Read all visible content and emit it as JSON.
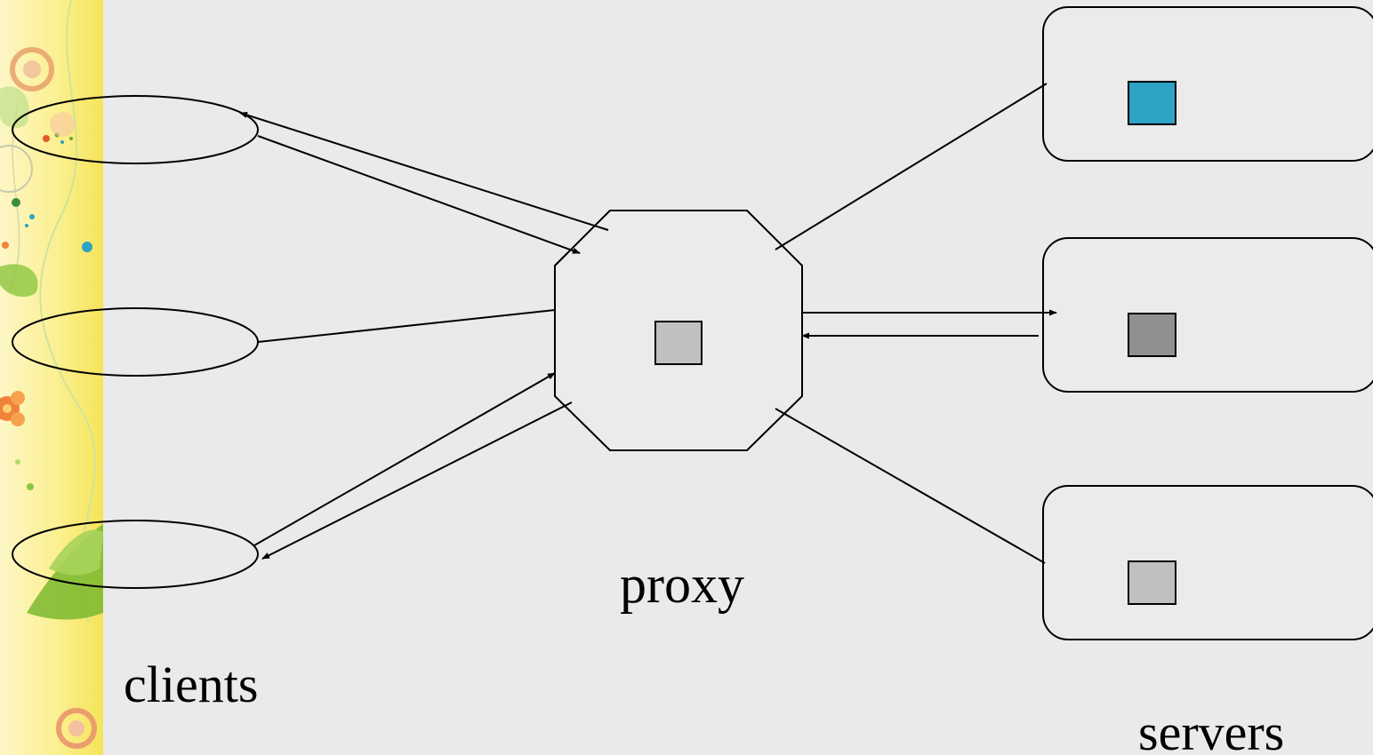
{
  "labels": {
    "clients": "clients",
    "proxy": "proxy",
    "servers": "servers"
  },
  "colors": {
    "background": "#eaeaec",
    "decor_yellow": "#f9ee7a",
    "decor_light": "#fdf6c0",
    "server_square_1": "#2ea3c3",
    "server_square_2": "#909090",
    "server_square_3": "#c0c0c0",
    "proxy_square": "#c0c0c0",
    "line": "#000000"
  },
  "nodes": {
    "clients": [
      "client-1",
      "client-2",
      "client-3"
    ],
    "proxy": "proxy",
    "servers": [
      "server-1",
      "server-2",
      "server-3"
    ]
  }
}
